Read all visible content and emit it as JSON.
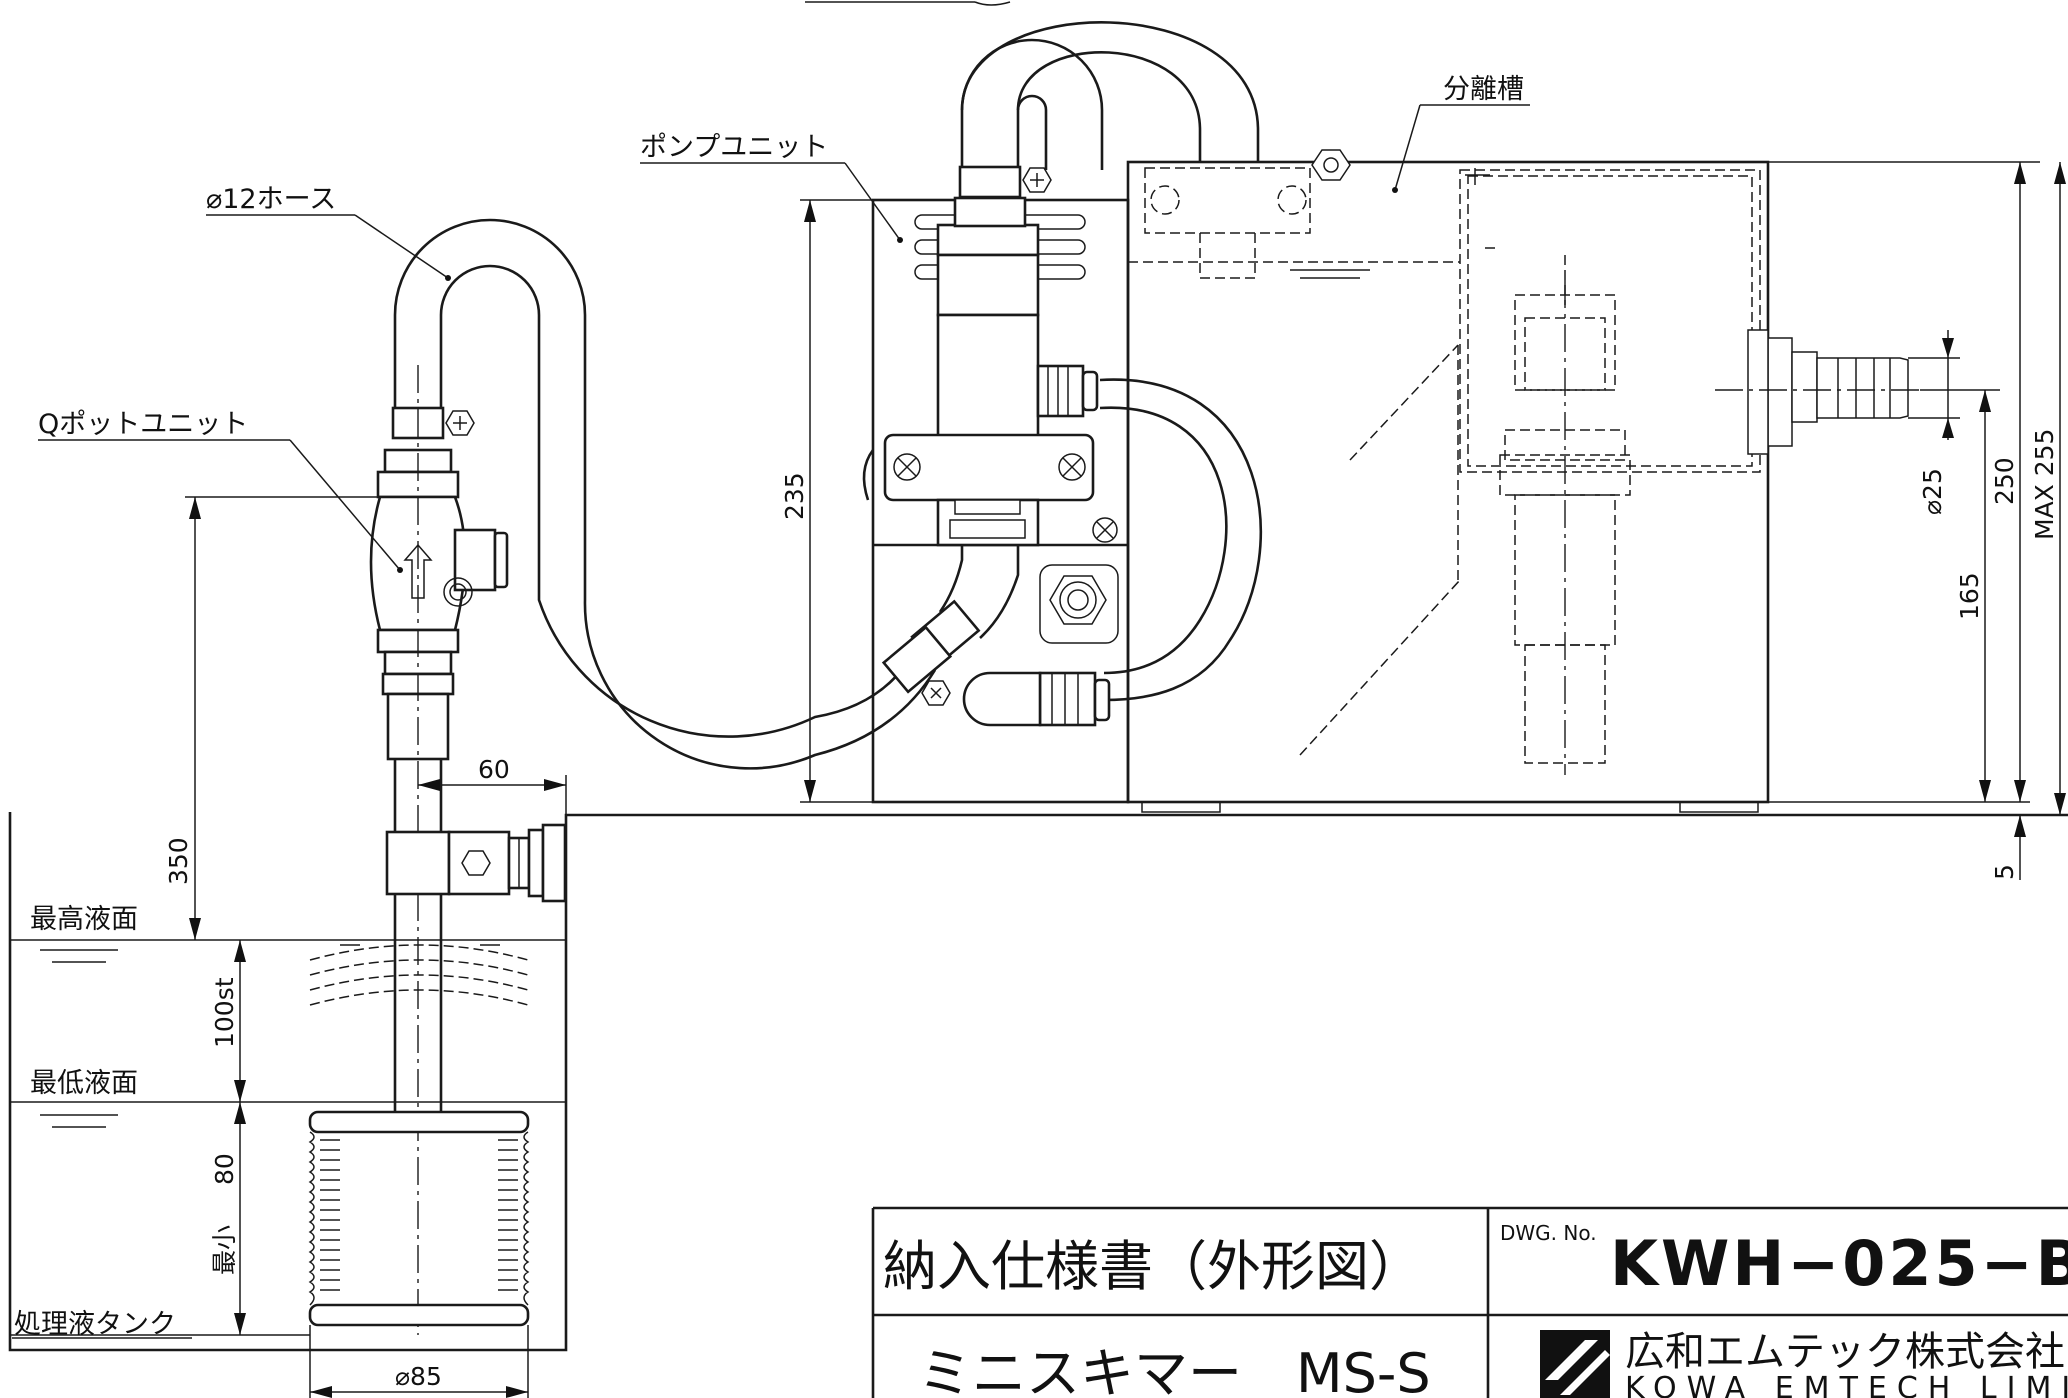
{
  "labels": {
    "hose": "⌀12ホース",
    "pump_unit": "ポンプユニット",
    "q_pot_unit": "Qポットユニット",
    "separation_tank": "分離槽",
    "max_level": "最高液面",
    "min_level": "最低液面",
    "process_tank": "処理液タンク"
  },
  "dimensions": {
    "d235": "235",
    "d60": "60",
    "d350": "350",
    "d100st": "100st",
    "d80": "80",
    "min": "最小",
    "d85": "⌀85",
    "d25": "⌀25",
    "d250": "250",
    "d165": "165",
    "max255": "MAX 255",
    "d5": "5"
  },
  "title_block": {
    "title": "納入仕様書（外形図）",
    "dwg_label": "DWG. No.",
    "dwg_no": "KWH−025−B",
    "product": "ミニスキマー　MS-S",
    "company": "広和エムテック株式会社",
    "company_en": "KOWA EMTECH LIMITED"
  }
}
